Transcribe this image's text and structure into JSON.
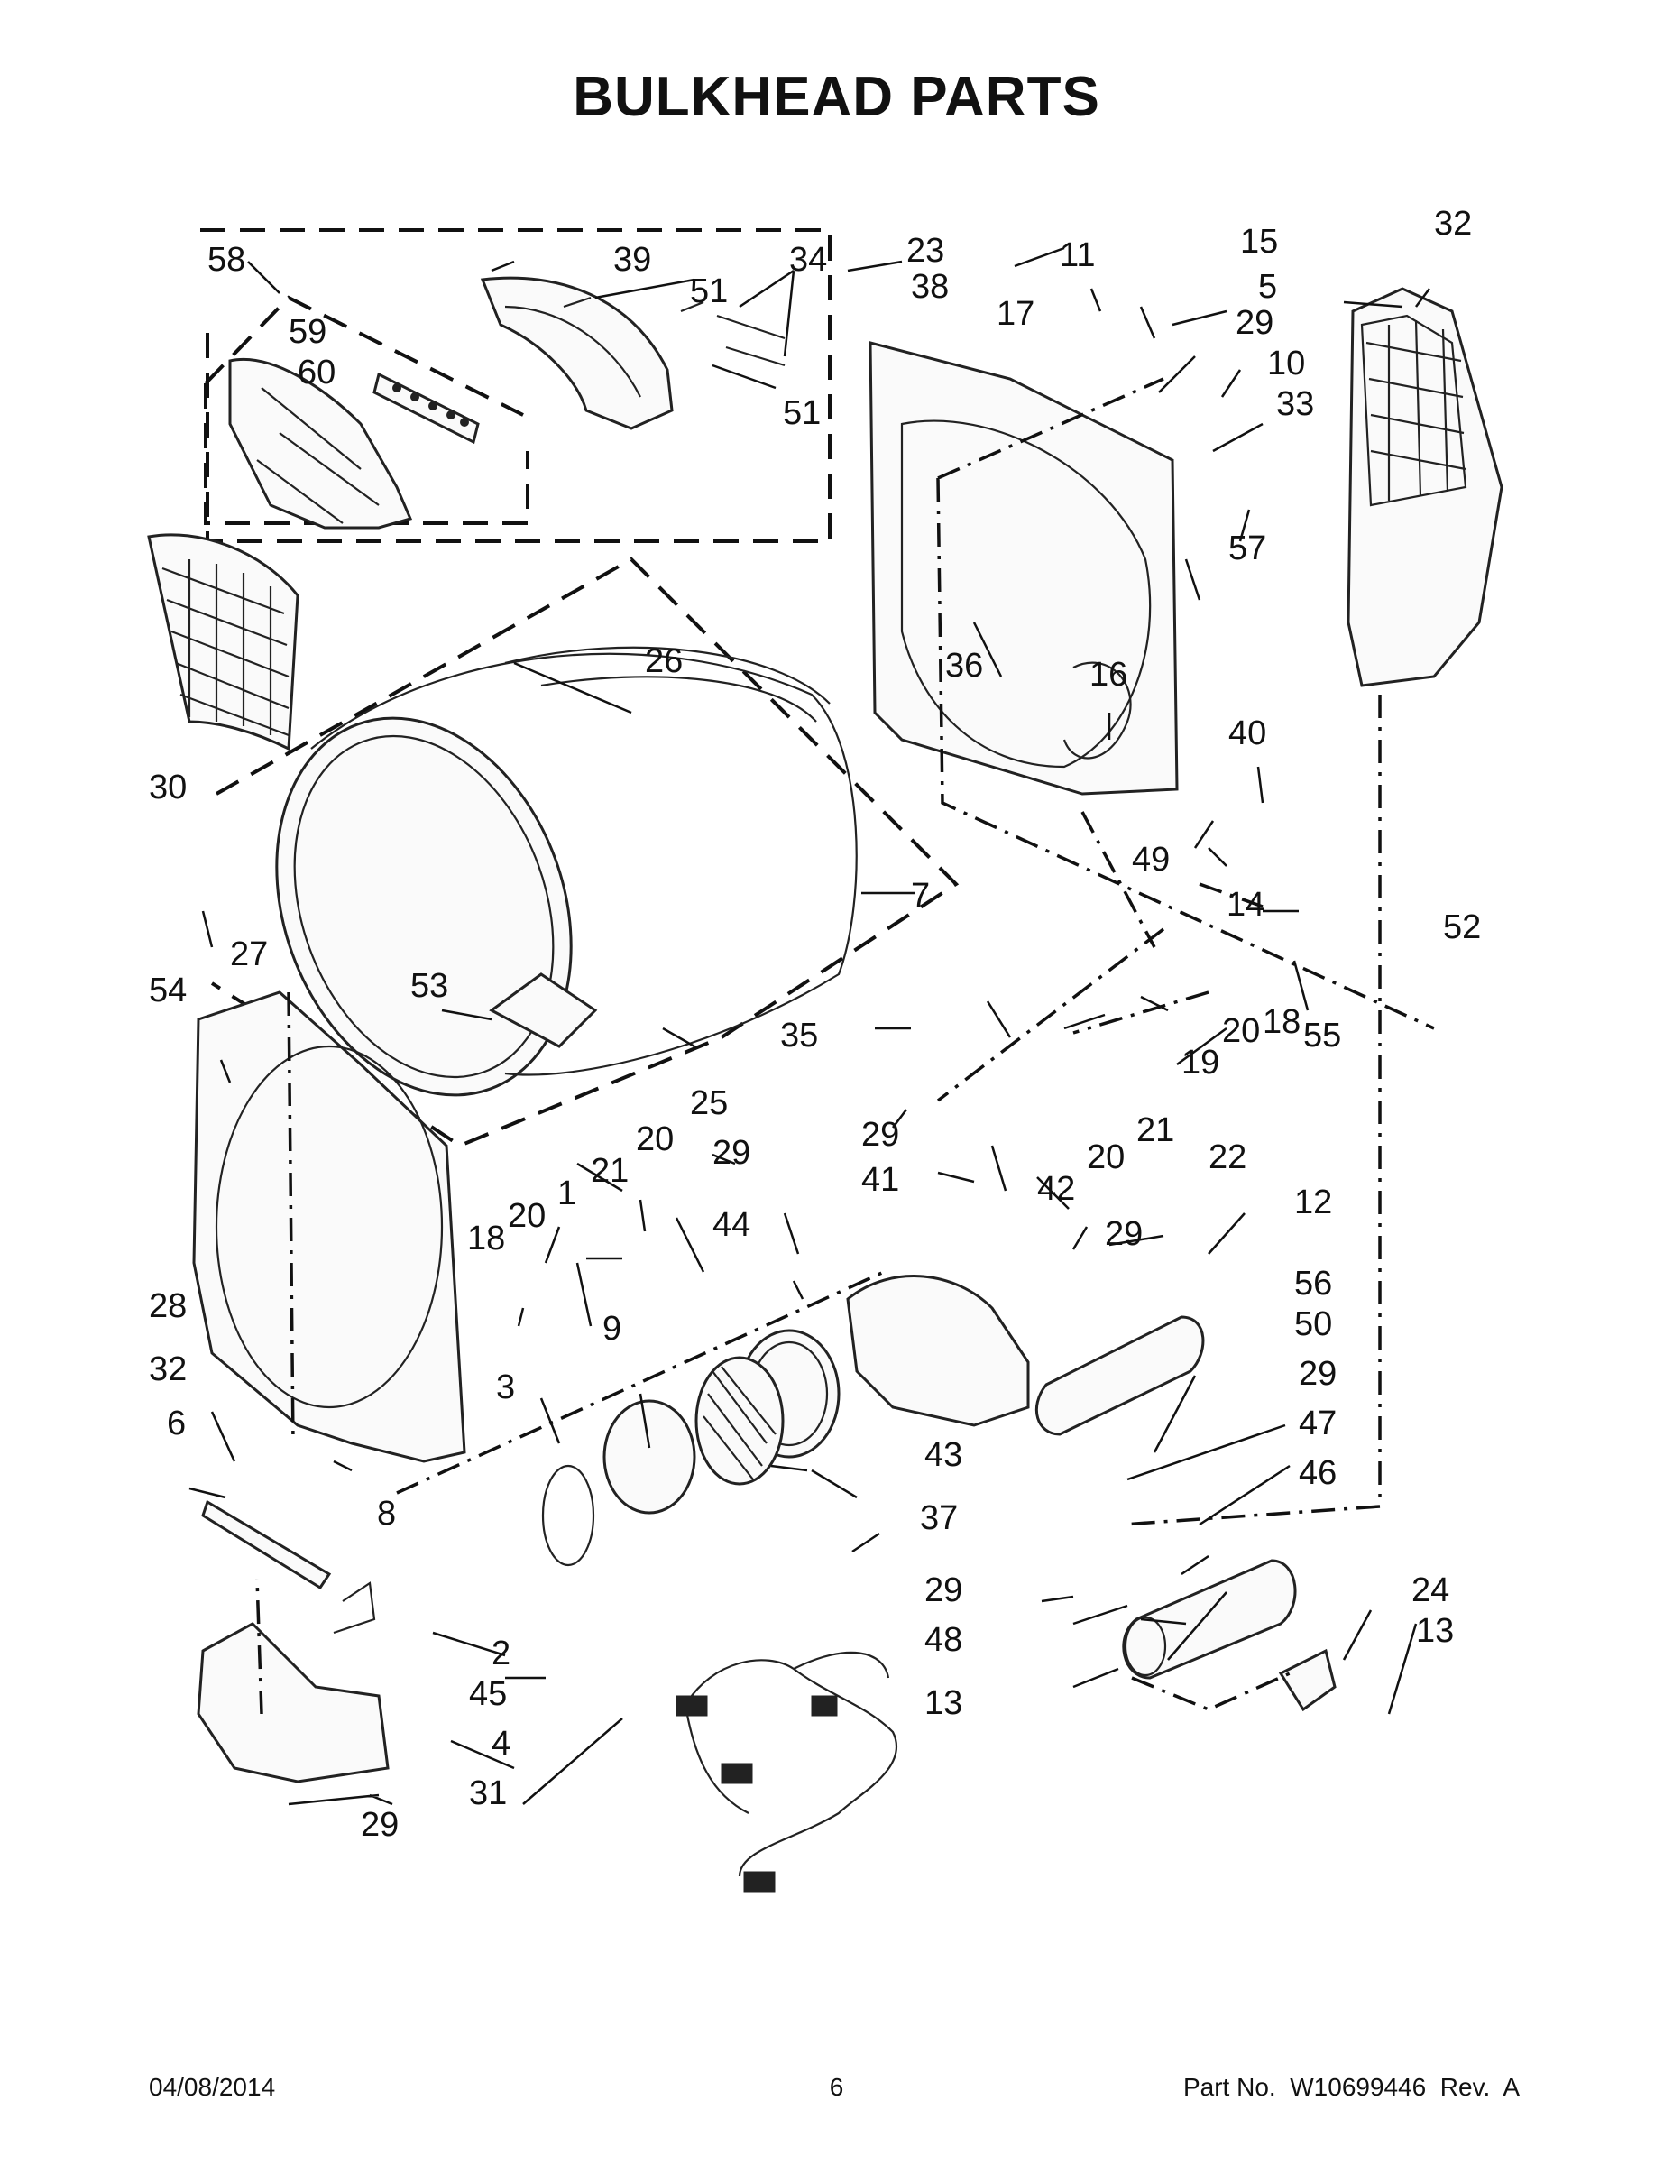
{
  "title": "BULKHEAD PARTS",
  "footer": {
    "date": "04/08/2014",
    "page": "6",
    "part_number": "Part No.  W10699446  Rev.  A"
  },
  "callouts": {
    "c58": "58",
    "c39": "39",
    "c34": "34",
    "c23": "23",
    "c11": "11",
    "c15": "15",
    "c32a": "32",
    "c59": "59",
    "c51a": "51",
    "c38": "38",
    "c17": "17",
    "c29a": "29",
    "c5": "5",
    "c60": "60",
    "c51b": "51",
    "c10": "10",
    "c33": "33",
    "c57": "57",
    "c26": "26",
    "c36": "36",
    "c16": "16",
    "c40": "40",
    "c30": "30",
    "c7": "7",
    "c49": "49",
    "c14": "14",
    "c52": "52",
    "c27": "27",
    "c54": "54",
    "c53": "53",
    "c55": "55",
    "c35": "35",
    "c18a": "18",
    "c20a": "20",
    "c19": "19",
    "c21a": "21",
    "c20b": "20",
    "c25": "25",
    "c20c": "20",
    "c29b": "29",
    "c29c": "29",
    "c21b": "21",
    "c22": "22",
    "c18b": "18",
    "c20d": "20",
    "c1": "1",
    "c41": "41",
    "c42": "42",
    "c44": "44",
    "c12": "12",
    "c29d": "29",
    "c56": "56",
    "c50": "50",
    "c28": "28",
    "c9": "9",
    "c29e": "29",
    "c47": "47",
    "c32b": "32",
    "c3": "3",
    "c43": "43",
    "c46": "46",
    "c6": "6",
    "c8": "8",
    "c37": "37",
    "c29f": "29",
    "c24": "24",
    "c13a": "13",
    "c48": "48",
    "c13b": "13",
    "c2": "2",
    "c45": "45",
    "c4": "4",
    "c31": "31",
    "c29g": "29"
  }
}
